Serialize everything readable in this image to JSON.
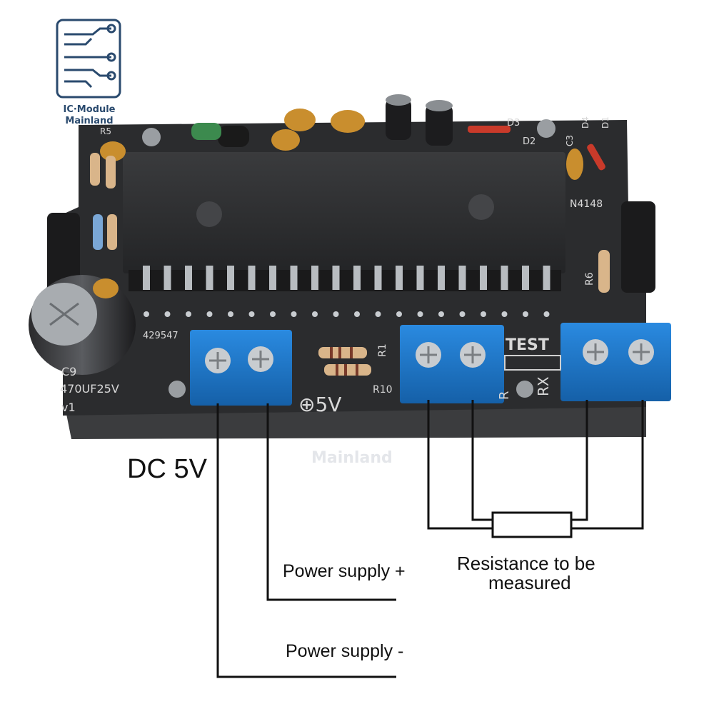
{
  "logo": {
    "line1": "IC·Module",
    "line2": "Mainland"
  },
  "watermark": "Mainland",
  "board": {
    "power_silk": "⊕5V",
    "test_silk": "TEST",
    "rx_silk": "RX",
    "r_label": "R",
    "r1_label": "R1",
    "r10_label": "R10",
    "r6_label": "R6",
    "r5_label": "R5",
    "d1_label": "D1",
    "d2_label": "D2",
    "d3_label": "D3",
    "d4_label": "D4",
    "c3_label": "C3",
    "n4148_label": "N4148",
    "cap_label": "C9",
    "cap_value": "470UF25V",
    "version": "v1",
    "serial": "429547"
  },
  "labels": {
    "dc": "DC 5V",
    "power_plus": "Power supply +",
    "power_minus": "Power supply -",
    "resistance_line1": "Resistance to be",
    "resistance_line2": "measured"
  },
  "colors": {
    "board": "#2b2c2e",
    "terminal": "#1f78c8",
    "wire": "#111111"
  }
}
